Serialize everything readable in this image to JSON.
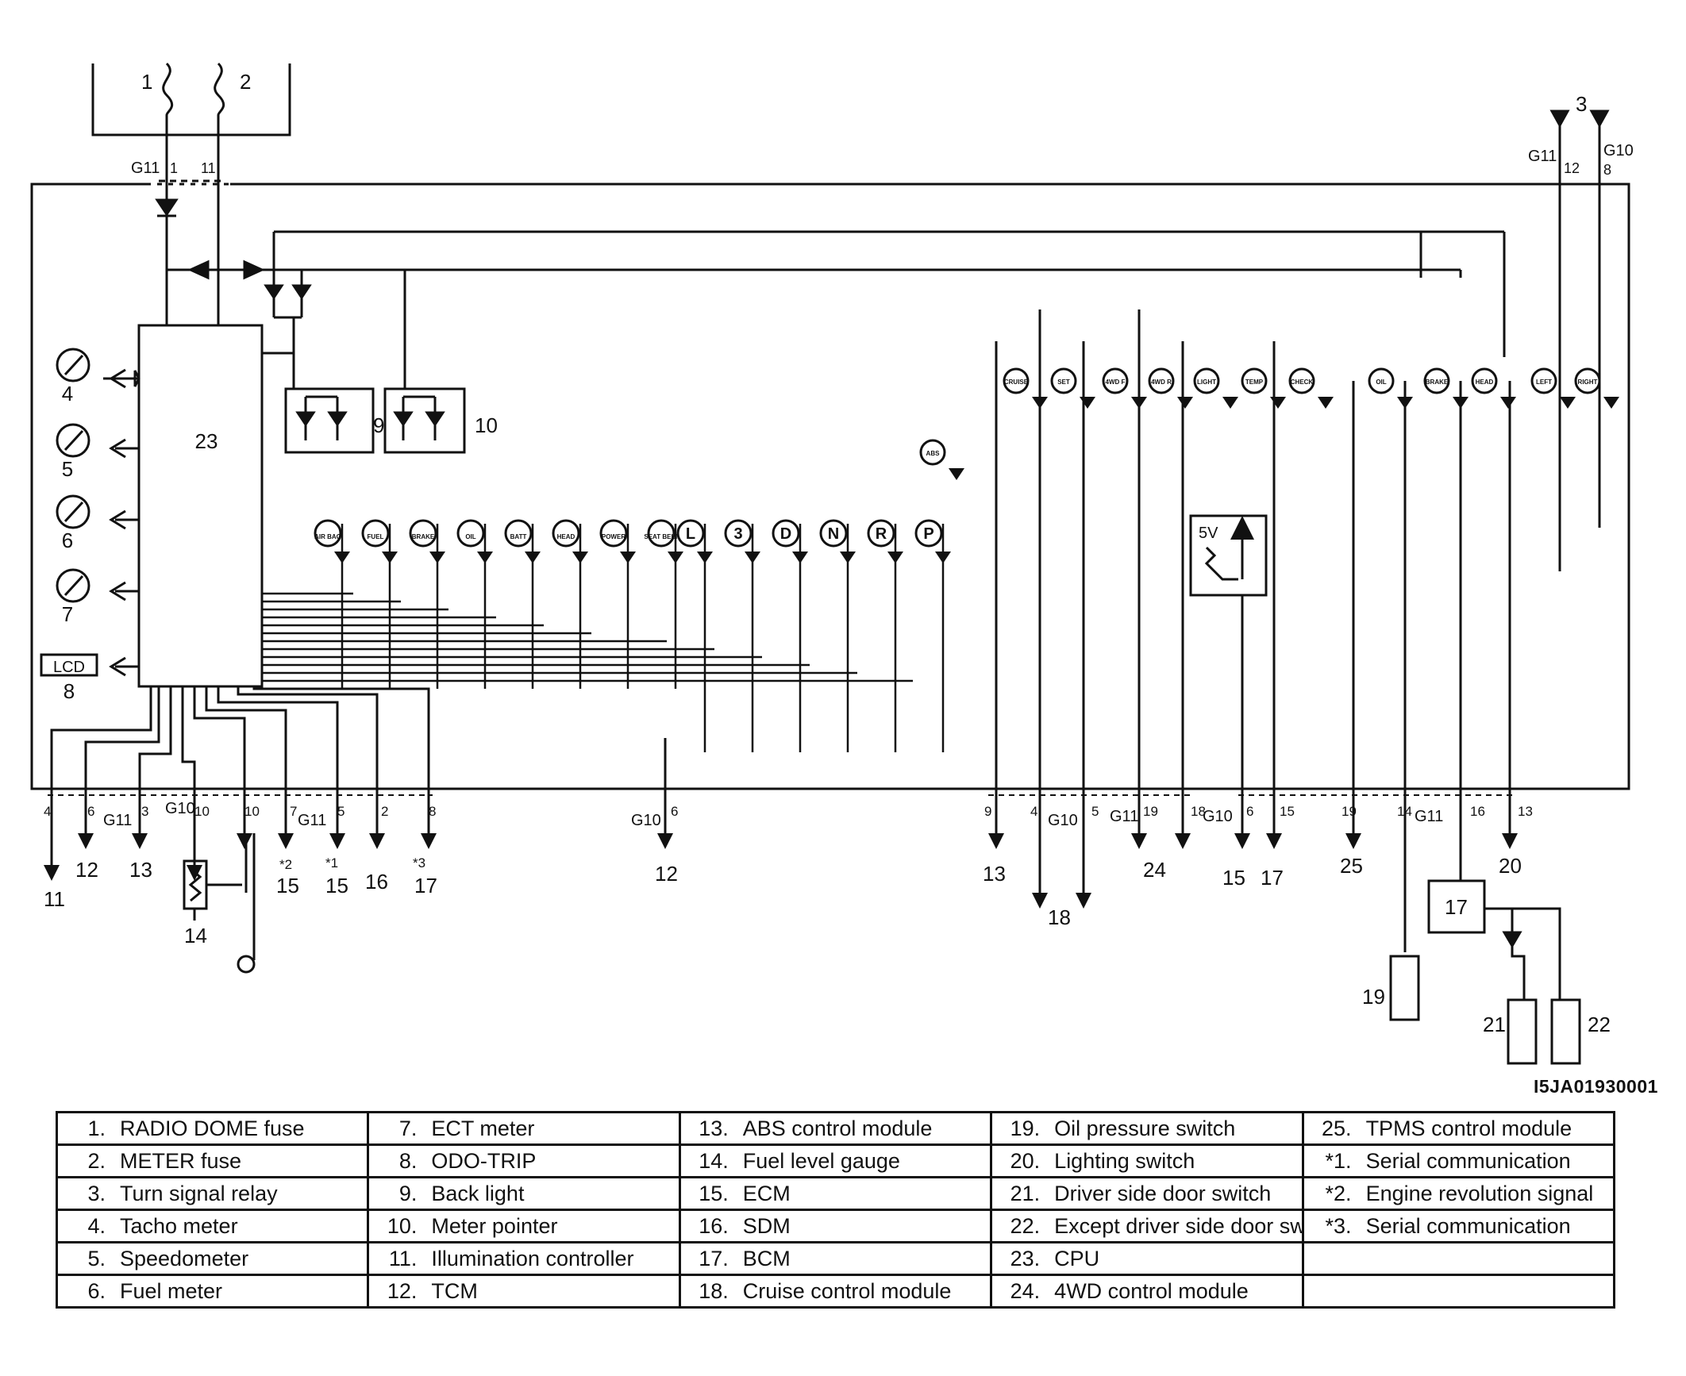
{
  "figure_code": "I5JA01930001",
  "connectors": {
    "g11": "G11",
    "g10": "G10"
  },
  "top_labels": {
    "fuse1": "1",
    "fuse2": "2",
    "relay3": "3",
    "pin_g11_1": "1",
    "pin_g11_11": "11",
    "pin_g11_12": "12",
    "pin_g10_8": "8"
  },
  "inside_labels": {
    "cpu": "23",
    "back_light": "9",
    "meter_pointer": "10",
    "g4": "4",
    "g5": "5",
    "g6": "6",
    "g7": "7",
    "lcd": "LCD",
    "lcd_num": "8",
    "five_v": "5V"
  },
  "indicator_icons": [
    "AIR BAG",
    "FUEL",
    "BRAKE",
    "OIL",
    "BATT",
    "HEAD",
    "POWER",
    "SEAT BELT"
  ],
  "shift_letters": [
    "L",
    "3",
    "D",
    "N",
    "R",
    "P"
  ],
  "right_icons": [
    "ABS",
    "CRUISE",
    "SET",
    "4WD F",
    "4WD R",
    "LIGHT",
    "TEMP",
    "CHECK",
    "OIL",
    "BRAKE",
    "HEAD",
    "LEFT",
    "RIGHT"
  ],
  "pins": {
    "p1": "4",
    "p2": "6",
    "p3": "3",
    "p4": "10",
    "p5": "10",
    "p6": "7",
    "p7": "5",
    "p8": "2",
    "p9": "8",
    "p10": "6",
    "p11": "9",
    "p12": "4",
    "p13": "5",
    "p14": "19",
    "p15": "18",
    "p16": "6",
    "p17": "15",
    "p18": "19",
    "p19": "14",
    "p20": "16",
    "p21": "13"
  },
  "bottom_labels": {
    "b11": "11",
    "b12": "12",
    "b13": "13",
    "b14": "14",
    "b15a": "15",
    "b15b": "15",
    "b16": "16",
    "b17": "17",
    "s2": "*2",
    "s1": "*1",
    "s3": "*3",
    "b12c": "12",
    "b13r": "13",
    "b18": "18",
    "b24": "24",
    "b15r": "15",
    "b17r": "17",
    "b25": "25",
    "b20": "20",
    "m17": "17",
    "b19": "19",
    "b21": "21",
    "b22": "22"
  },
  "legend": [
    [
      {
        "num": "1.",
        "text": "RADIO DOME fuse"
      },
      {
        "num": "7.",
        "text": "ECT meter"
      },
      {
        "num": "13.",
        "text": "ABS control module"
      },
      {
        "num": "19.",
        "text": "Oil pressure switch"
      },
      {
        "num": "25.",
        "text": "TPMS control module"
      }
    ],
    [
      {
        "num": "2.",
        "text": "METER fuse"
      },
      {
        "num": "8.",
        "text": "ODO-TRIP"
      },
      {
        "num": "14.",
        "text": "Fuel level gauge"
      },
      {
        "num": "20.",
        "text": "Lighting switch"
      },
      {
        "num": "*1.",
        "text": "Serial communication"
      }
    ],
    [
      {
        "num": "3.",
        "text": "Turn signal relay"
      },
      {
        "num": "9.",
        "text": "Back light"
      },
      {
        "num": "15.",
        "text": "ECM"
      },
      {
        "num": "21.",
        "text": "Driver side door switch"
      },
      {
        "num": "*2.",
        "text": "Engine revolution signal"
      }
    ],
    [
      {
        "num": "4.",
        "text": "Tacho meter"
      },
      {
        "num": "10.",
        "text": "Meter pointer"
      },
      {
        "num": "16.",
        "text": "SDM"
      },
      {
        "num": "22.",
        "text": "Except driver side door switch"
      },
      {
        "num": "*3.",
        "text": "Serial communication"
      }
    ],
    [
      {
        "num": "5.",
        "text": "Speedometer"
      },
      {
        "num": "11.",
        "text": "Illumination controller"
      },
      {
        "num": "17.",
        "text": "BCM"
      },
      {
        "num": "23.",
        "text": "CPU"
      },
      {
        "num": "",
        "text": ""
      }
    ],
    [
      {
        "num": "6.",
        "text": "Fuel meter"
      },
      {
        "num": "12.",
        "text": "TCM"
      },
      {
        "num": "18.",
        "text": "Cruise control module"
      },
      {
        "num": "24.",
        "text": "4WD control module"
      },
      {
        "num": "",
        "text": ""
      }
    ]
  ]
}
